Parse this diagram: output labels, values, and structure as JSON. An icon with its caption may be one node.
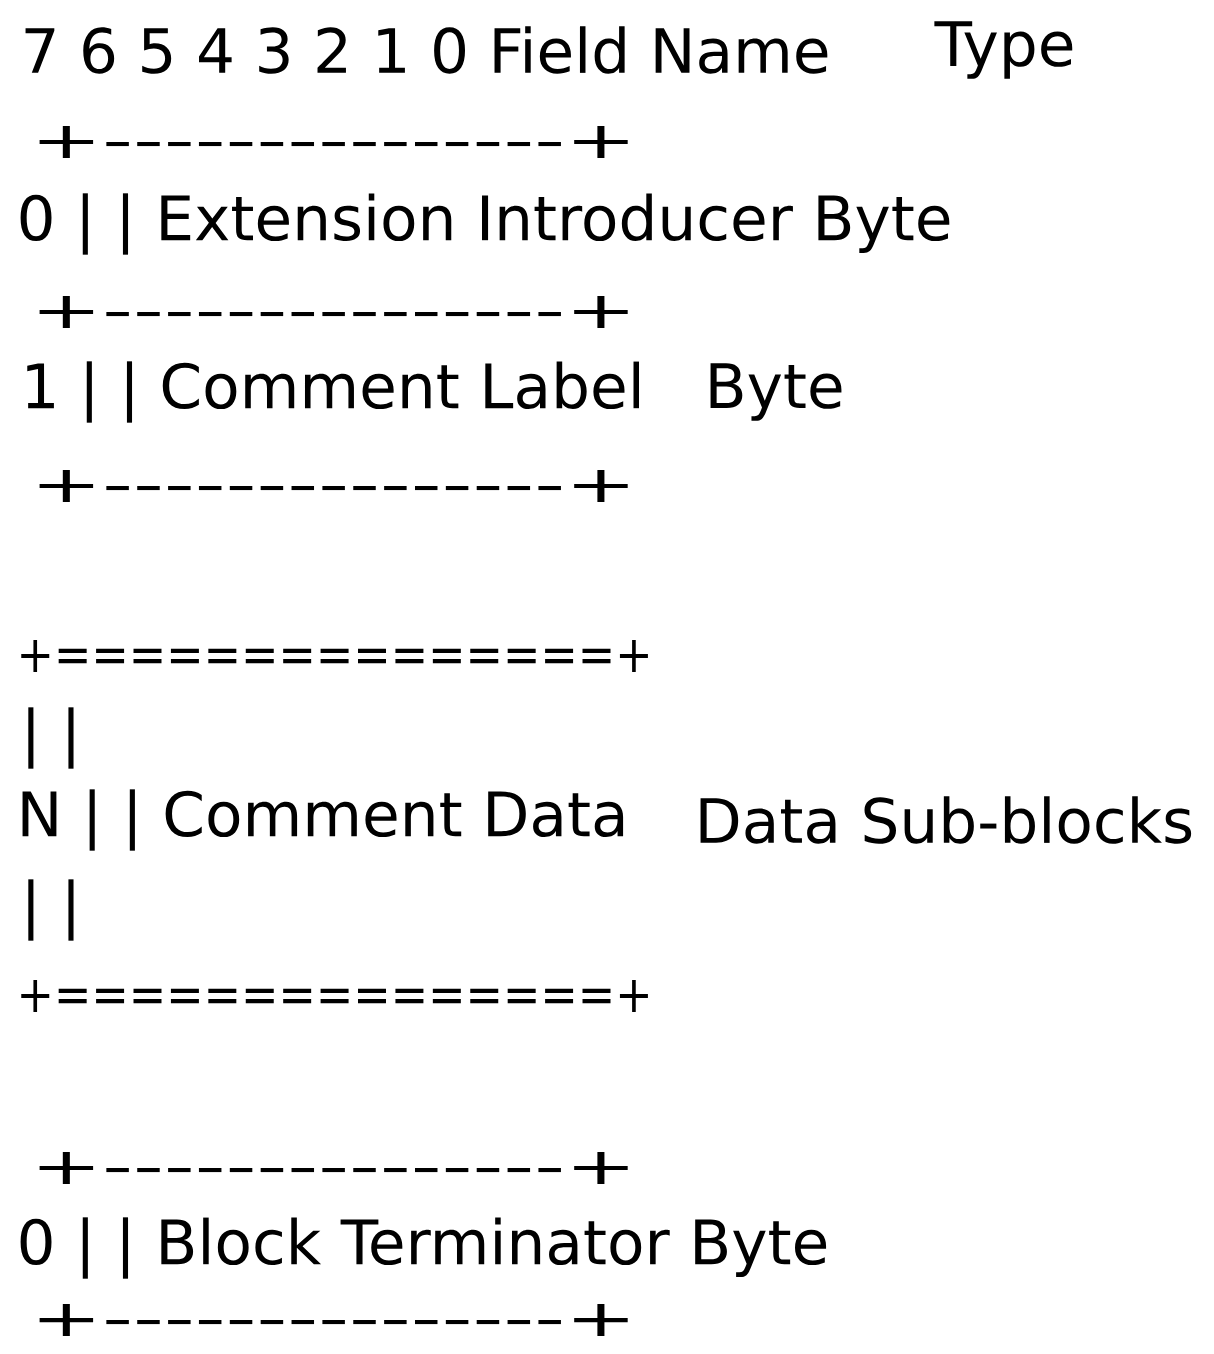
{
  "diagram": {
    "labels": [
      "7 6 5 4 3 2 1 0 Field Name",
      "Type",
      "+---------------+",
      "0 | | Extension Introducer Byte",
      "+---------------+",
      "1 | | Comment Label",
      "Byte",
      "+---------------+",
      "+===============+",
      "| |",
      "N | | Comment Data",
      "Data Sub-blocks",
      "| |",
      "+===============+",
      "+---------------+",
      "0 | | Block Terminator Byte",
      "+---------------+"
    ]
  }
}
